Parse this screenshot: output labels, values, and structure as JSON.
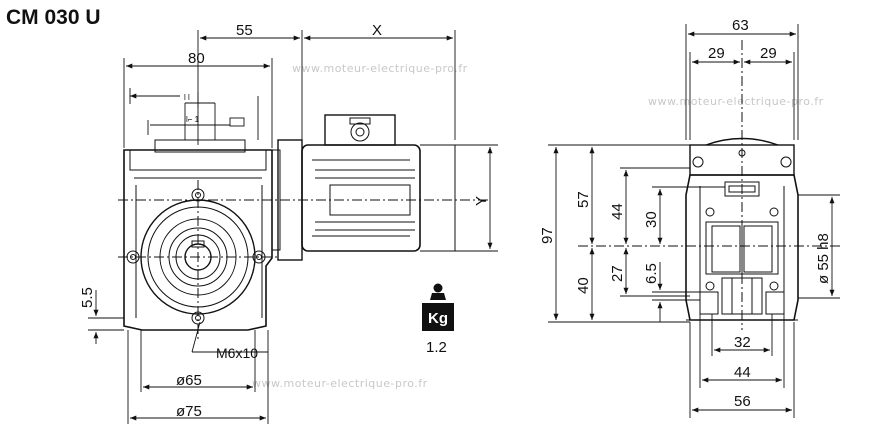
{
  "title": "CM 030 U",
  "watermark": "www.moteur-electrique-pro.fr",
  "weight": {
    "icon_label": "Kg",
    "value": "1.2"
  },
  "front_view": {
    "dims": {
      "top_55": "55",
      "top_x": "X",
      "width_80": "80",
      "height_y": "Y",
      "left_5_5": "5.5",
      "thread": "M6x10",
      "dia_65": "ø65",
      "dia_75": "ø75"
    }
  },
  "side_view": {
    "dims": {
      "width_63": "63",
      "half_29_left": "29",
      "half_29_right": "29",
      "height_97": "97",
      "height_57": "57",
      "height_44": "44",
      "height_30": "30",
      "height_40": "40",
      "height_27": "27",
      "height_6_5": "6.5",
      "dia_55_h8": "ø 55 h8",
      "base_32": "32",
      "base_44": "44",
      "base_56": "56"
    }
  },
  "colors": {
    "line": "#111111",
    "watermark": "#c8c8c8",
    "icon_bg": "#111111"
  }
}
